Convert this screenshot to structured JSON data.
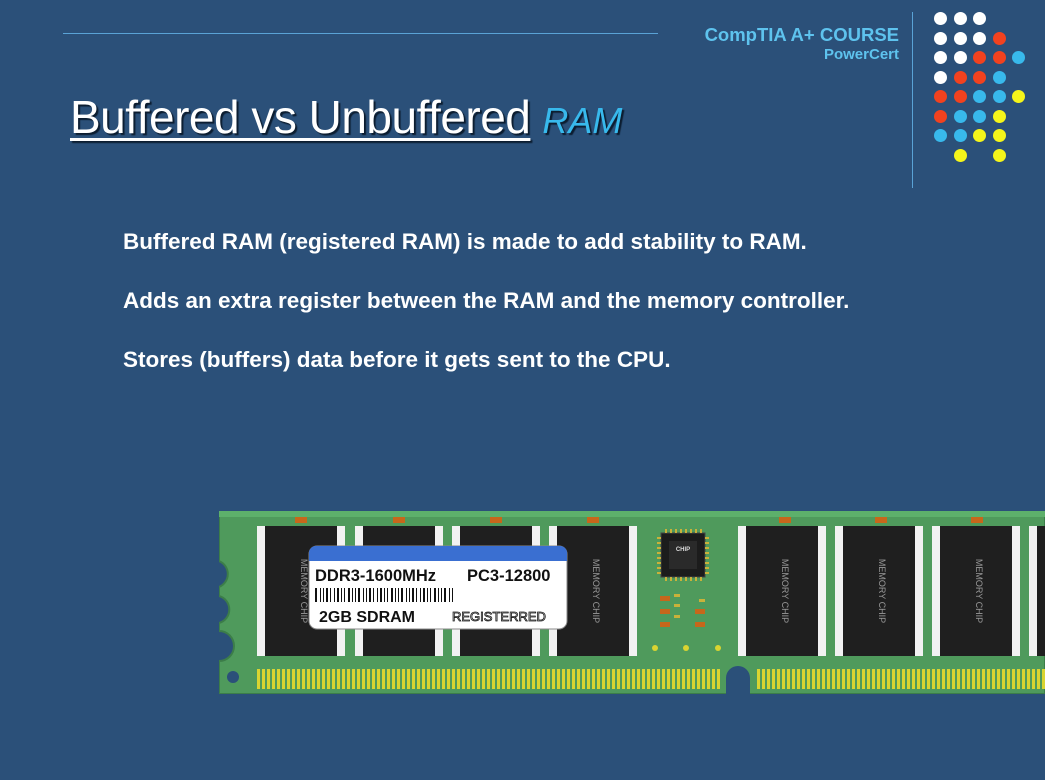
{
  "header": {
    "course": "CompTIA A+ COURSE",
    "brand": "PowerCert"
  },
  "title": {
    "main": "Buffered vs Unbuffered",
    "accent": "RAM"
  },
  "bullets": [
    "Buffered RAM (registered RAM) is made to add stability to RAM.",
    "Adds an extra register between the RAM and the memory controller.",
    "Stores (buffers) data before it gets sent to the CPU."
  ],
  "ram_module": {
    "chip_label": "MEMORY CHIP",
    "controller_label": "CHIP",
    "sticker": {
      "speed": "DDR3-1600MHz",
      "pc_rating": "PC3-12800",
      "capacity": "2GB  SDRAM",
      "type": "REGISTERRED"
    }
  },
  "colors": {
    "background": "#2b5079",
    "accent_blue": "#38b9ec",
    "dot_white": "#ffffff",
    "dot_red": "#f2421f",
    "dot_blue": "#38b9ec",
    "dot_yellow": "#f5f51a",
    "pcb_green": "#4f9a5c"
  }
}
